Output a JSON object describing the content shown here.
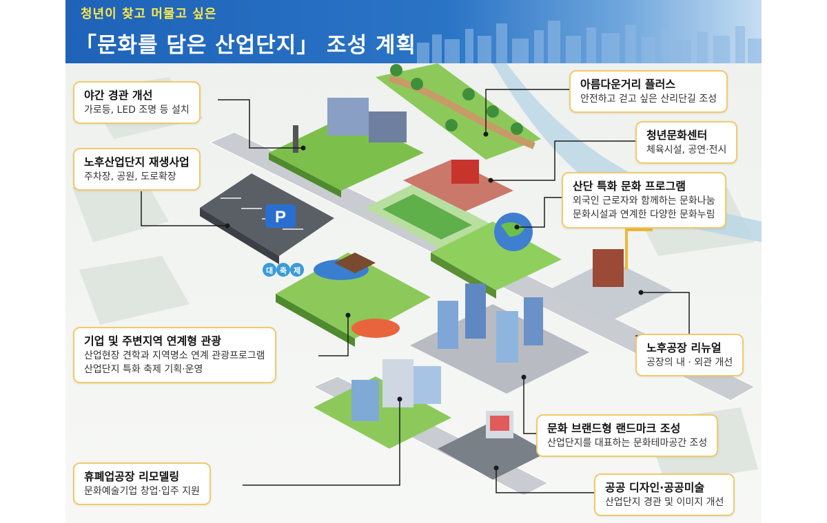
{
  "header": {
    "subtitle": "청년이 찾고 머물고 싶은",
    "title": "「문화를 담은 산업단지」 조성 계획"
  },
  "callouts": {
    "night": {
      "title": "야간 경관 개선",
      "lines": [
        "가로등, LED 조명 등 설치"
      ]
    },
    "regen": {
      "title": "노후산업단지 재생사업",
      "lines": [
        "주차장, 공원, 도로확장"
      ]
    },
    "tour": {
      "title": "기업 및 주변지역 연계형 관광",
      "lines": [
        "산업현장 견학과 지역명소 연계 관광프로그램",
        "산업단지 특화 축제 기획·운영"
      ]
    },
    "remodel": {
      "title": "휴폐업공장 리모델링",
      "lines": [
        "문화예술기업 창업·입주 지원"
      ]
    },
    "street": {
      "title": "아름다운거리 플러스",
      "lines": [
        "안전하고 걷고 싶은 산리단길 조성"
      ]
    },
    "youth": {
      "title": "청년문화센터",
      "lines": [
        "체육시설, 공연·전시"
      ]
    },
    "program": {
      "title": "산단 특화 문화 프로그램",
      "lines": [
        "외국인 근로자와 함께하는 문화나눔",
        "문화시설과 연계한 다양한 문화누림"
      ]
    },
    "renewal": {
      "title": "노후공장 리뉴얼",
      "lines": [
        "공장의 내 · 외관 개선"
      ]
    },
    "landmark": {
      "title": "문화 브랜드형 랜드마크 조성",
      "lines": [
        "산업단지를 대표하는 문화테마공간 조성"
      ]
    },
    "design": {
      "title": "공공 디자인·공공미술",
      "lines": [
        "산업단지 경관 및 이미지 개선"
      ]
    }
  },
  "map": {
    "parking_sign": "P",
    "festival_badge": [
      "대",
      "축",
      "제"
    ]
  },
  "colors": {
    "header_blue": "#1e63b8",
    "subtitle_yellow": "#ffe94a",
    "callout_border": "#f2c96a",
    "grass": "#7cc04b",
    "road": "#c9ccd1"
  }
}
